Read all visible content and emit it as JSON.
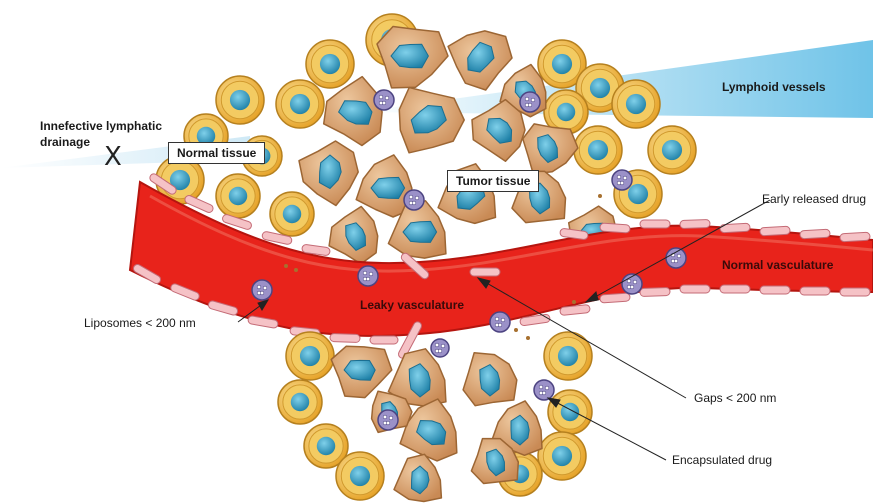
{
  "labels": {
    "lymphoid_vessels": "Lymphoid vessels",
    "ineffective_drainage": "Innefective lymphatic\ndrainage",
    "x_mark": "X",
    "normal_tissue": "Normal tissue",
    "tumor_tissue": "Tumor tissue",
    "early_released_drug": "Early released drug",
    "normal_vasculature": "Normal vasculature",
    "leaky_vasculature": "Leaky vasculature",
    "liposomes": "Liposomes < 200 nm",
    "gaps": "Gaps < 200 nm",
    "encapsulated_drug": "Encapsulated drug"
  },
  "colors": {
    "vessel": "#e8231b",
    "vessel_wall": "#f2b8bd",
    "tumor_cell": "#d9a574",
    "tumor_nucleus": "#3aa0c4",
    "normal_cell": "#f0b43c",
    "liposome": "#9b91c8",
    "lymph": "#a9d9ef"
  }
}
